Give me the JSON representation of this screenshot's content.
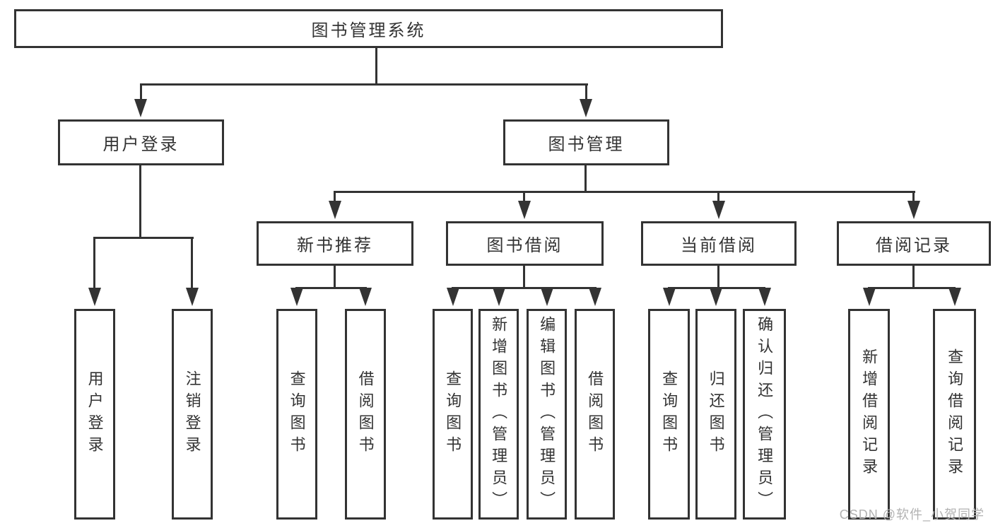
{
  "nodes": {
    "root": {
      "label": "图书管理系统"
    },
    "level2": [
      {
        "label": "用户登录"
      },
      {
        "label": "图书管理"
      }
    ],
    "level3": [
      {
        "label": "新书推荐"
      },
      {
        "label": "图书借阅"
      },
      {
        "label": "当前借阅"
      },
      {
        "label": "借阅记录"
      }
    ],
    "leaves": {
      "user_login": [
        "用户登录",
        "注销登录"
      ],
      "new_book_recommend": [
        "查询图书",
        "借阅图书"
      ],
      "book_borrow": [
        "查询图书",
        "新增图书（管理员）",
        "编辑图书（管理员）",
        "借阅图书"
      ],
      "current_borrow": [
        "查询图书",
        "归还图书",
        "确认归还（管理员）"
      ],
      "borrow_records": [
        "新增借阅记录",
        "查询借阅记录"
      ]
    }
  },
  "watermark": {
    "text": "CSDN @软件_小贺同学"
  },
  "colors": {
    "line": "#333333",
    "box_border": "#333333",
    "box_background": "#ffffff",
    "text": "#333333",
    "watermark_text": "#b2b2b2",
    "page_background": "#ffffff"
  }
}
